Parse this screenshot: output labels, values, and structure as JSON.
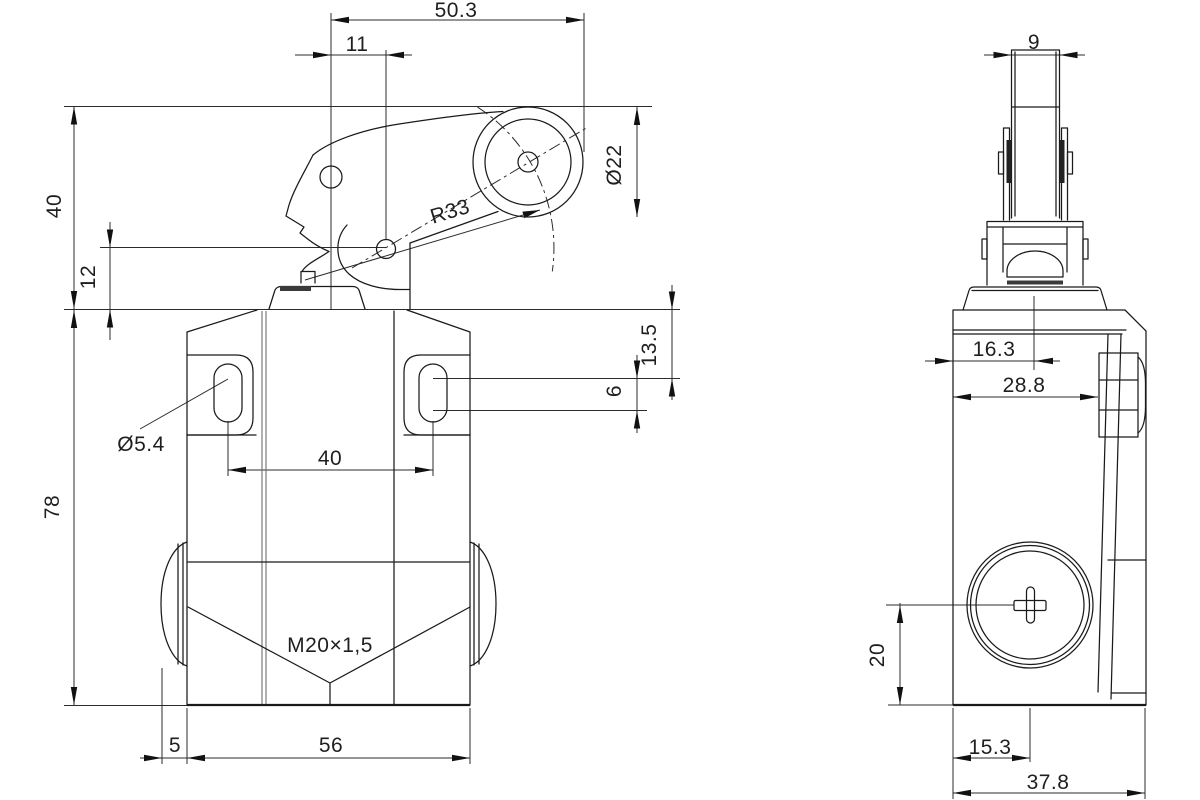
{
  "drawing": {
    "type": "technical-dimension-drawing",
    "subject": "limit switch with roller lever, front and side views",
    "background_color": "#ffffff",
    "line_color": "#1a1a1a"
  },
  "dimensions": {
    "front": {
      "lever_span": "50.3",
      "pivot_offset": "11",
      "lever_height": "40",
      "pretravel": "12",
      "body_height": "78",
      "mounting_hole": "Ø5.4",
      "hole_spacing": "40",
      "roller_dia": "Ø22",
      "lever_radius": "R33",
      "slot_offset": "13.5",
      "slot_travel": "6",
      "conduit_thread": "M20×1,5",
      "plug_width": "5",
      "body_width": "56"
    },
    "side": {
      "roller_width": "9",
      "center_offset": "16.3",
      "head_width": "28.8",
      "cover_screw_height": "20",
      "screw_offset": "15.3",
      "body_depth": "37.8"
    }
  }
}
